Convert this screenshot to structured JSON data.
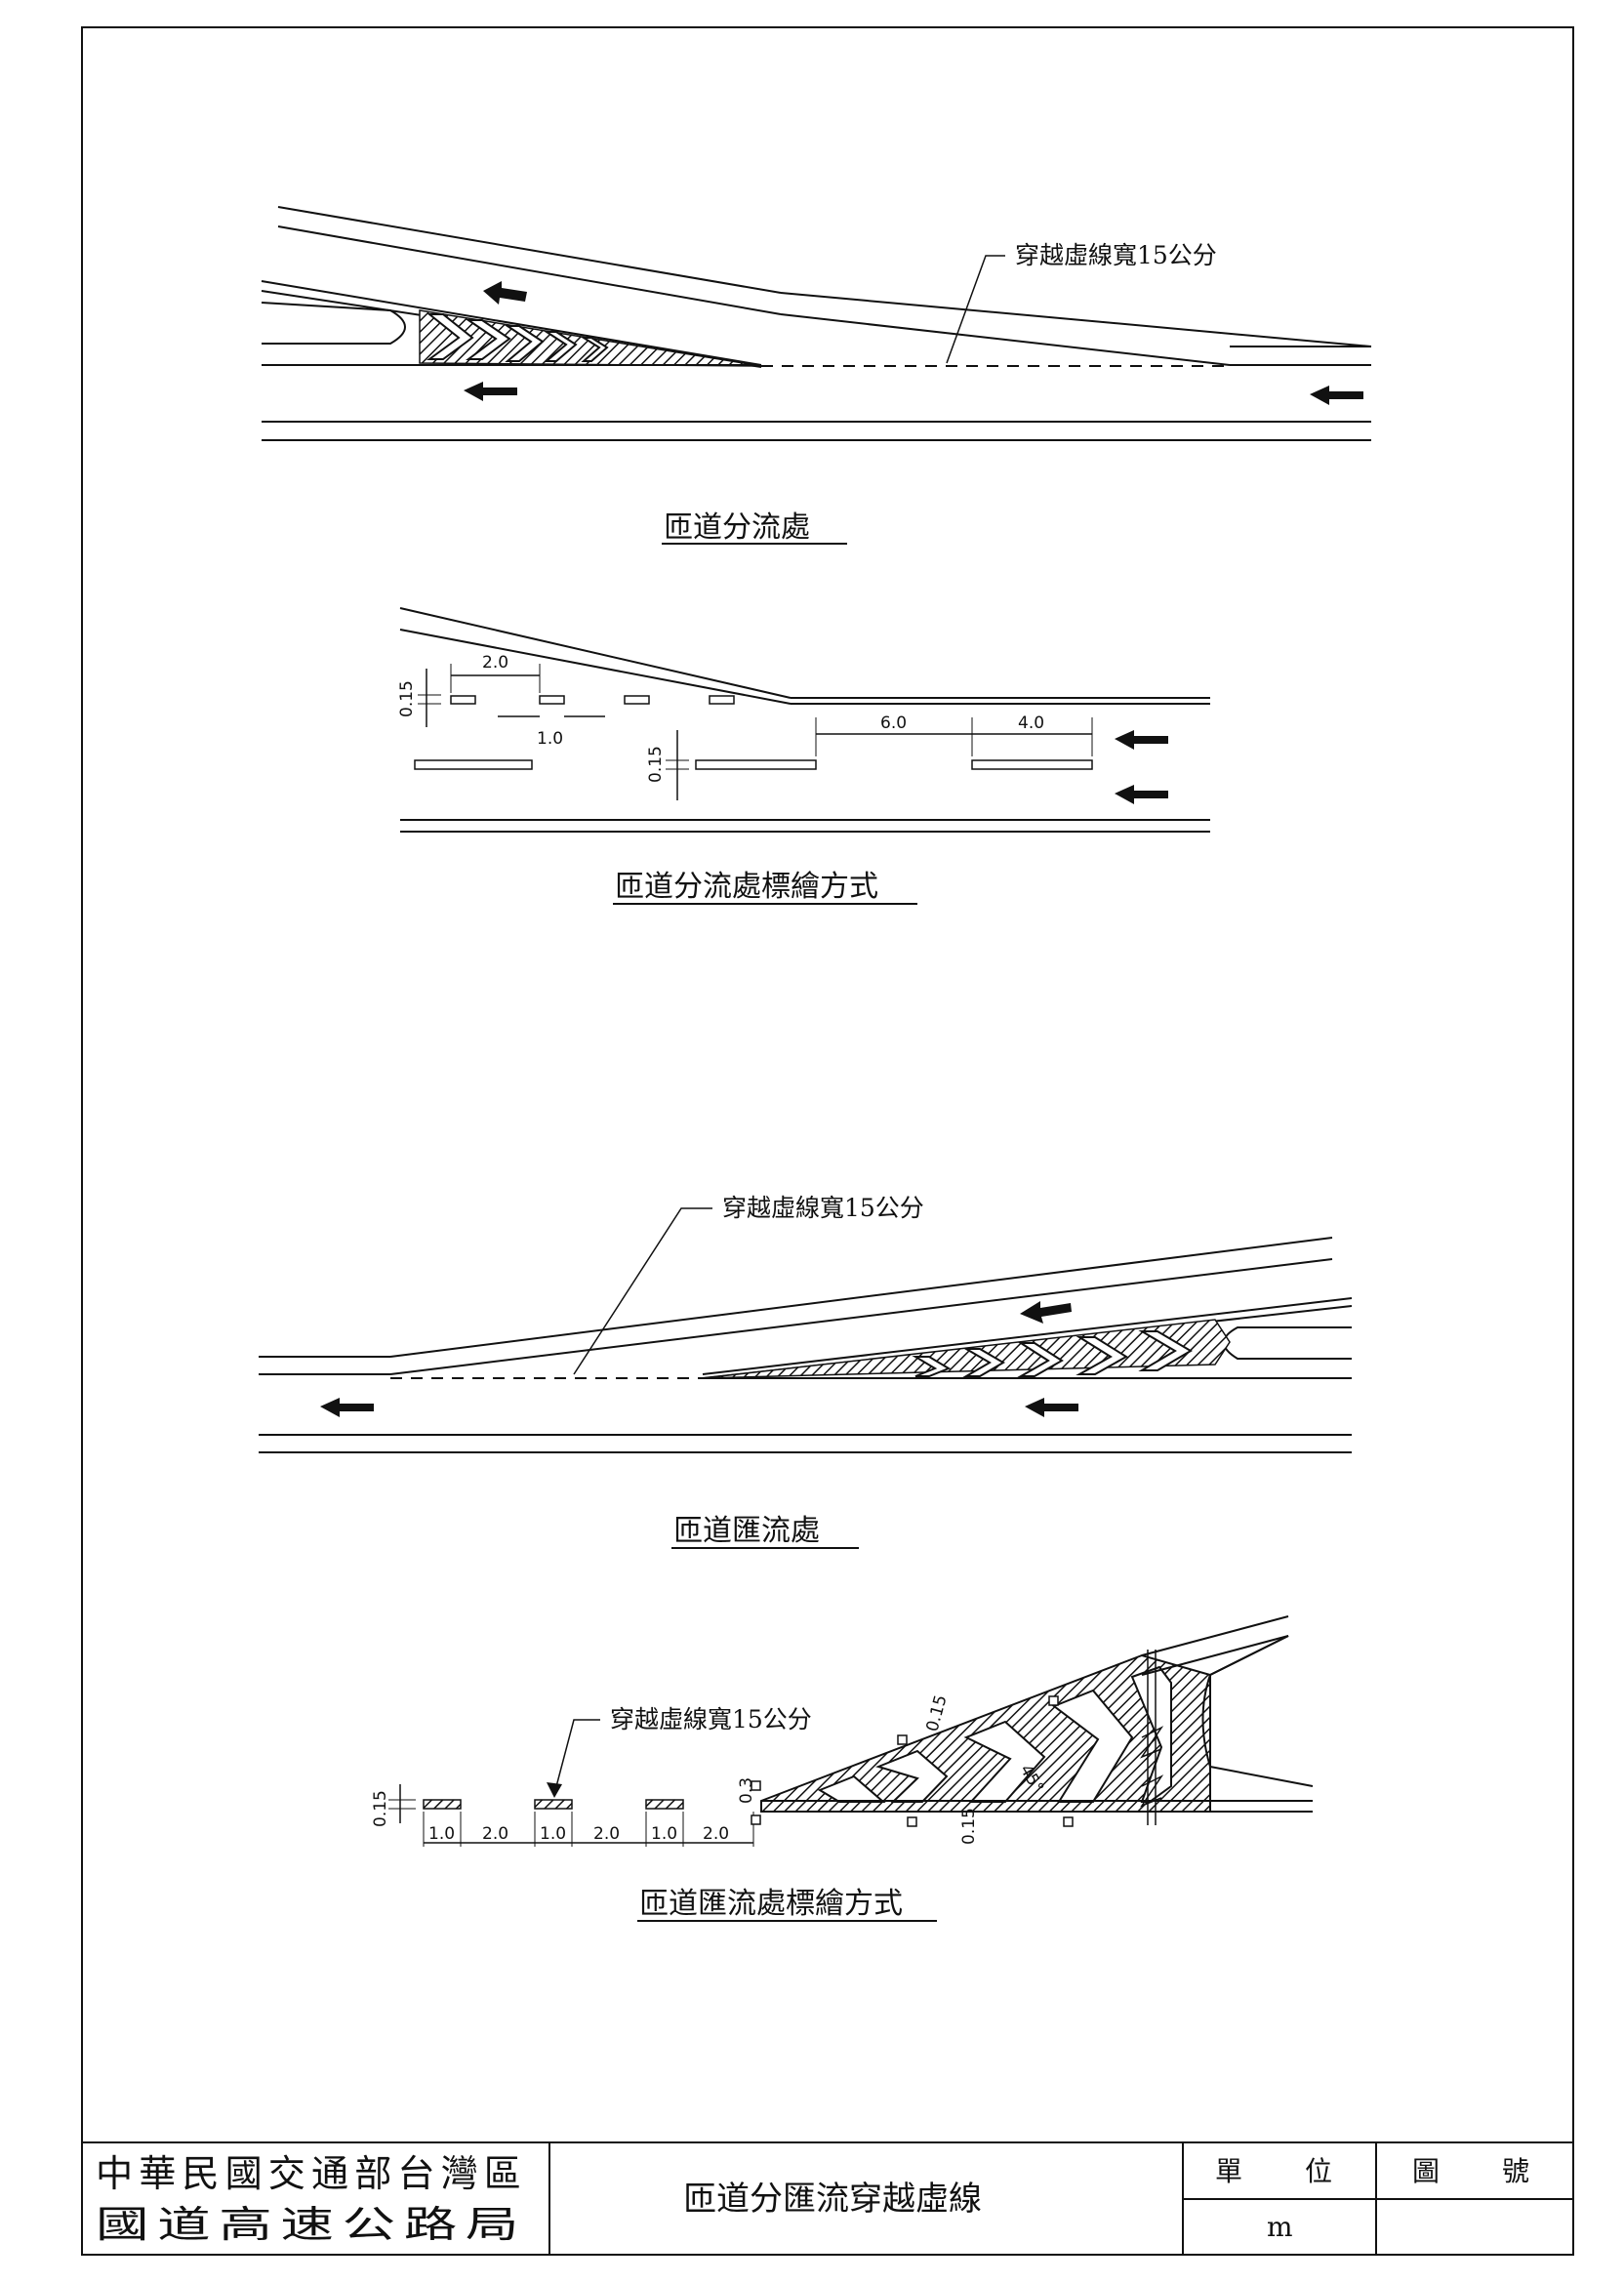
{
  "sections": {
    "diverge": {
      "caption": "匝道分流處",
      "note": "穿越虛線寬15公分"
    },
    "diverge_marking": {
      "caption": "匝道分流處標繪方式",
      "dims": {
        "d20": "2.0",
        "d10": "1.0",
        "d015a": "0.15",
        "d015b": "0.15",
        "d60": "6.0",
        "d40": "4.0"
      }
    },
    "merge": {
      "caption": "匝道匯流處",
      "note": "穿越虛線寬15公分"
    },
    "merge_marking": {
      "caption": "匝道匯流處標繪方式",
      "note": "穿越虛線寬15公分",
      "dims": {
        "d015": "0.15",
        "a10": "1.0",
        "a20": "2.0",
        "b10": "1.0",
        "b20": "2.0",
        "c10": "1.0",
        "c20": "2.0",
        "d03": "0.3",
        "e015": "0.15",
        "f015": "0.15",
        "ang": "45°"
      }
    }
  },
  "title_block": {
    "org_line1": "中華民國交通部台灣區",
    "org_line2": "國道高速公路局",
    "drawing_title": "匝道分匯流穿越虛線",
    "unit_label": "單　位",
    "unit_value": "m",
    "number_label": "圖　號",
    "number_value": ""
  }
}
